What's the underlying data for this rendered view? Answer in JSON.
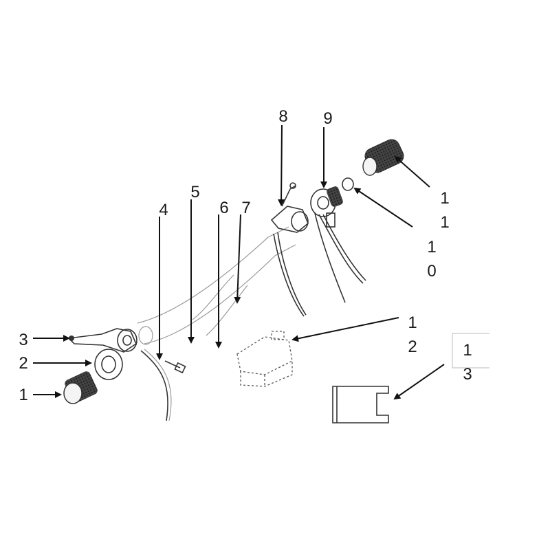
{
  "callouts": [
    {
      "id": "1",
      "lines": [
        "1"
      ]
    },
    {
      "id": "2",
      "lines": [
        "2"
      ]
    },
    {
      "id": "3",
      "lines": [
        "3"
      ]
    },
    {
      "id": "4",
      "lines": [
        "4"
      ]
    },
    {
      "id": "5",
      "lines": [
        "5"
      ]
    },
    {
      "id": "6",
      "lines": [
        "6"
      ]
    },
    {
      "id": "7",
      "lines": [
        "7"
      ]
    },
    {
      "id": "8",
      "lines": [
        "8"
      ]
    },
    {
      "id": "9",
      "lines": [
        "9"
      ]
    },
    {
      "id": "10",
      "lines": [
        "1",
        "0"
      ]
    },
    {
      "id": "11",
      "lines": [
        "1",
        "1"
      ]
    },
    {
      "id": "12",
      "lines": [
        "1",
        "2"
      ]
    },
    {
      "id": "13",
      "lines": [
        "1",
        "3"
      ]
    }
  ]
}
